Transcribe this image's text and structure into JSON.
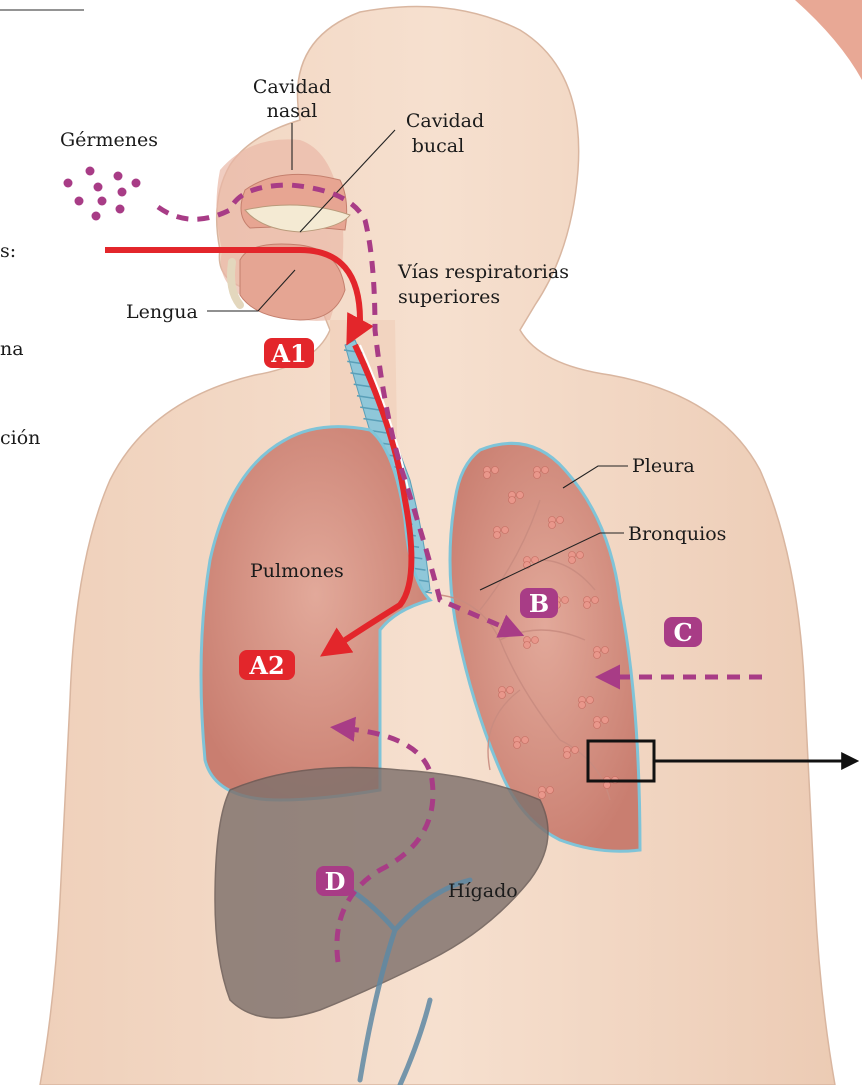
{
  "labels": {
    "cavidad_nasal_1": "Cavidad",
    "cavidad_nasal_2": "nasal",
    "cavidad_bucal_1": "Cavidad",
    "cavidad_bucal_2": "bucal",
    "germenes": "Gérmenes",
    "lengua": "Lengua",
    "vias_1": "Vías respiratorias",
    "vias_2": "superiores",
    "pleura": "Pleura",
    "bronquios": "Bronquios",
    "pulmones": "Pulmones",
    "higado": "Hígado"
  },
  "badges": {
    "a1": "A1",
    "a2": "A2",
    "b": "B",
    "c": "C",
    "d": "D"
  },
  "side_fragments": {
    "line1": "s:",
    "line2": "na",
    "line3": "ción"
  },
  "colors": {
    "skin": "#f3d8c4",
    "lung": "#d99586",
    "lung_outline": "#7fc4d8",
    "liver": "#8b7c76",
    "red_path": "#e3262b",
    "purple_path": "#a83c86"
  }
}
